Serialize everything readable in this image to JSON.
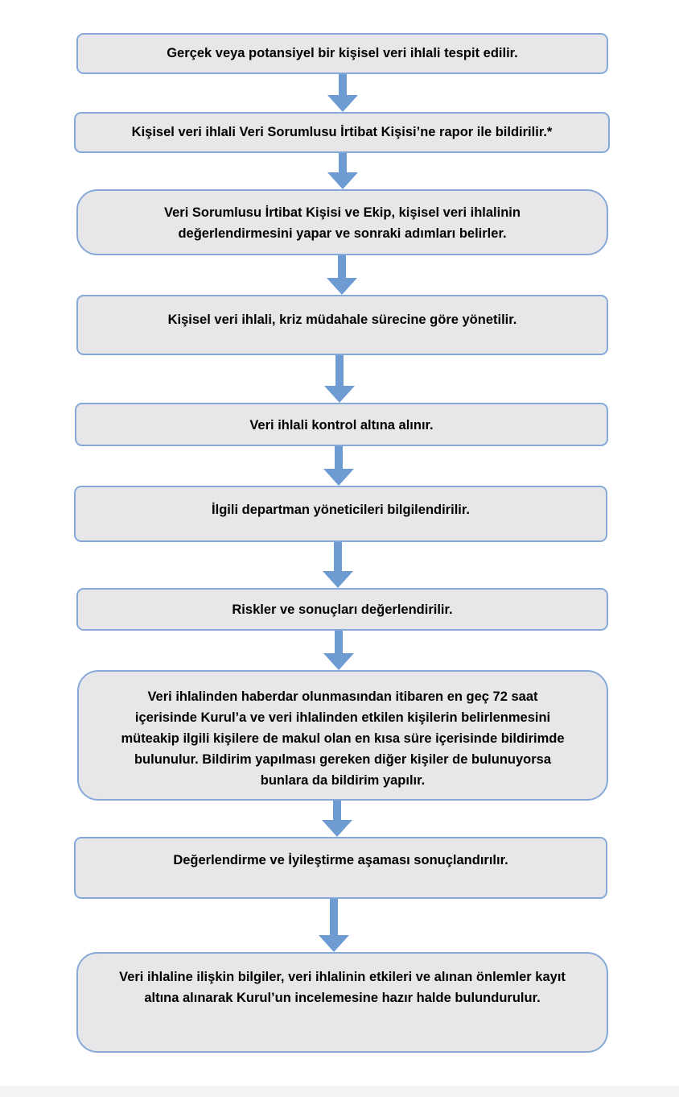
{
  "steps": [
    "Gerçek veya potansiyel bir kişisel veri ihlali tespit edilir.",
    "Kişisel veri ihlali Veri Sorumlusu İrtibat Kişisi’ne rapor ile bildirilir.*",
    "Veri Sorumlusu İrtibat Kişisi ve Ekip, kişisel veri ihlalinin değerlendirmesini yapar ve sonraki adımları belirler.",
    "Kişisel veri ihlali, kriz müdahale sürecine göre yönetilir.",
    "Veri ihlali kontrol altına alınır.",
    "İlgili departman yöneticileri bilgilendirilir.",
    "Riskler ve sonuçları değerlendirilir.",
    "Veri ihlalinden haberdar olunmasından itibaren en geç 72 saat içerisinde Kurul’a ve veri ihlalinden etkilen kişilerin belirlenmesini müteakip ilgili kişilere de makul olan en kısa süre içerisinde bildirimde bulunulur. Bildirim yapılması gereken diğer kişiler de bulunuyorsa bunlara da bildirim yapılır.",
    "Değerlendirme ve İyileştirme aşaması sonuçlandırılır.",
    "Veri ihlaline ilişkin bilgiler, veri ihlalinin etkileri ve alınan önlemler kayıt altına alınarak Kurul’un incelemesine hazır halde bulundurulur."
  ],
  "colors": {
    "box_fill": "#e7e7e9",
    "box_border": "#86a9d8",
    "arrow": "#6f9bd3"
  }
}
